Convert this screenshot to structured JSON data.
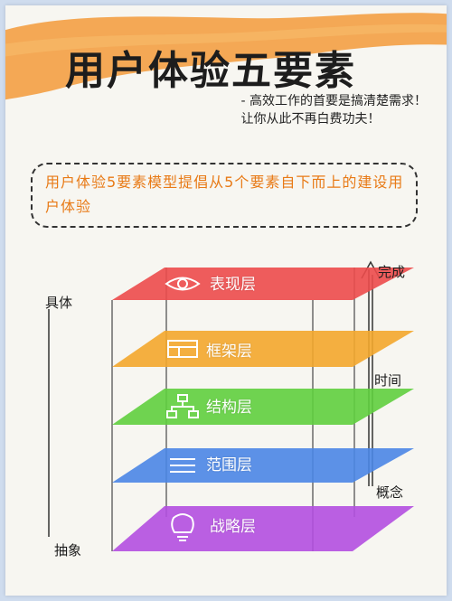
{
  "title": "用户体验五要素",
  "subtitle": {
    "line1": "- 高效工作的首要是搞清楚需求！",
    "line2": "让你从此不再白费功夫！"
  },
  "callout": "用户体验5要素模型提倡从5个要素自下而上的建设用户体验",
  "left_axis": {
    "top": "具体",
    "bottom": "抽象"
  },
  "right_axis": {
    "top": "完成",
    "middle": "时间",
    "bottom": "概念"
  },
  "layers": [
    {
      "label": "表现层",
      "icon": "eye-icon",
      "color": "#ec4b4b"
    },
    {
      "label": "框架层",
      "icon": "layout-icon",
      "color": "#f3a72c"
    },
    {
      "label": "结构层",
      "icon": "hierarchy-icon",
      "color": "#5fcf3e"
    },
    {
      "label": "范围层",
      "icon": "list-icon",
      "color": "#4a86e6"
    },
    {
      "label": "战略层",
      "icon": "lightbulb-icon",
      "color": "#b24fe0"
    }
  ]
}
